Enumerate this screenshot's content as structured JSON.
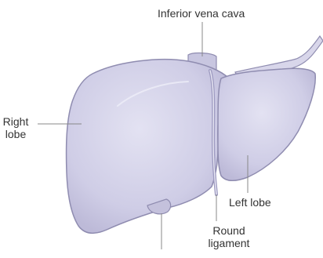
{
  "labels": {
    "inferior_vena_cava": "Inferior vena cava",
    "right_lobe": [
      "Right",
      "lobe"
    ],
    "left_lobe": "Left lobe",
    "round_ligament": [
      "Round",
      "ligament"
    ]
  },
  "colors": {
    "liver_fill": "#cfcde6",
    "liver_outline": "#8f8cb0",
    "leader_line": "#888888",
    "text": "#333333"
  }
}
